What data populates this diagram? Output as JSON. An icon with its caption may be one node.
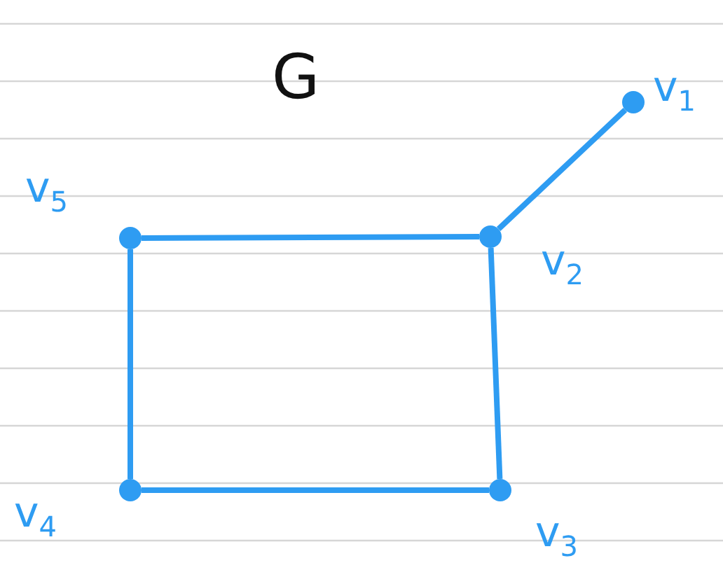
{
  "diagram": {
    "title": "G",
    "nodes": [
      {
        "text": [],
        "shape": "circle",
        "beside": [
          "v$_{1}$"
        ]
      },
      {
        "text": [],
        "shape": "circle",
        "beside": [
          "v$_{2}$"
        ]
      },
      {
        "text": [],
        "shape": "circle",
        "beside": [
          "v$_{3}$"
        ]
      },
      {
        "text": [],
        "shape": "circle",
        "beside": [
          "v$_{4}$"
        ]
      },
      {
        "text": [],
        "shape": "circle",
        "beside": [
          "v$_{5}$"
        ]
      }
    ],
    "edges": [
      {
        "from": 0,
        "to": 1,
        "arrow": "none"
      },
      {
        "from": 1,
        "to": 2,
        "arrow": "none"
      },
      {
        "from": 2,
        "to": 3,
        "arrow": "none"
      },
      {
        "from": 3,
        "to": 4,
        "arrow": "none"
      },
      {
        "from": 4,
        "to": 1,
        "arrow": "none"
      }
    ]
  }
}
